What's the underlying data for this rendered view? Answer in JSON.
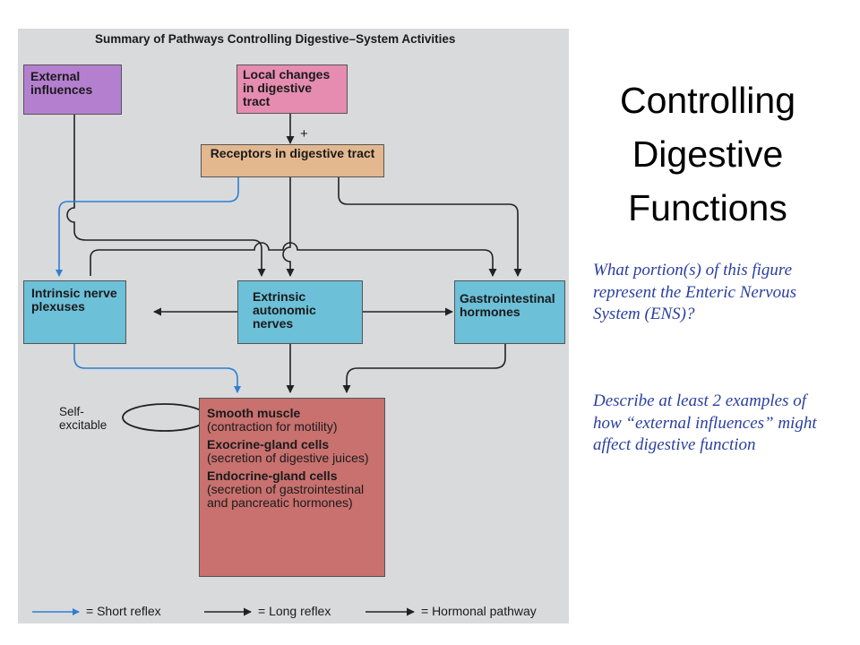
{
  "figure": {
    "title": "Summary of Pathways Controlling Digestive–System Activities",
    "boxes": {
      "external": "External influences",
      "local": "Local changes in digestive tract",
      "receptors": "Receptors in digestive tract",
      "intrinsic": "Intrinsic nerve plexuses",
      "extrinsic": "Extrinsic autonomic nerves",
      "gi_hormones": "Gastrointestinal hormones"
    },
    "plus_sign": "+",
    "self_excitable": "Self-excitable",
    "targets": [
      {
        "head": "Smooth muscle",
        "sub": "(contraction for motility)"
      },
      {
        "head": "Exocrine-gland cells",
        "sub": "(secretion of digestive juices)"
      },
      {
        "head": "Endocrine-gland cells",
        "sub": "(secretion of gastrointestinal and pancreatic hormones)"
      }
    ],
    "legend": {
      "short": "= Short reflex",
      "long": "= Long reflex",
      "hormonal": "= Hormonal pathway"
    },
    "colors": {
      "external": "#b57fd0",
      "local": "#e58cb0",
      "receptors": "#e3b88f",
      "nerve_boxes": "#6cc0d8",
      "target_box": "#c8716f",
      "short_reflex": "#2e7fd3",
      "long_reflex": "#222222",
      "background": "#d9dadc"
    }
  },
  "slide": {
    "title": "Controlling Digestive Functions",
    "question1": "What portion(s) of this figure represent the Enteric Nervous System (ENS)?",
    "question2": "Describe at least 2 examples of how “external influences” might affect digestive function"
  }
}
